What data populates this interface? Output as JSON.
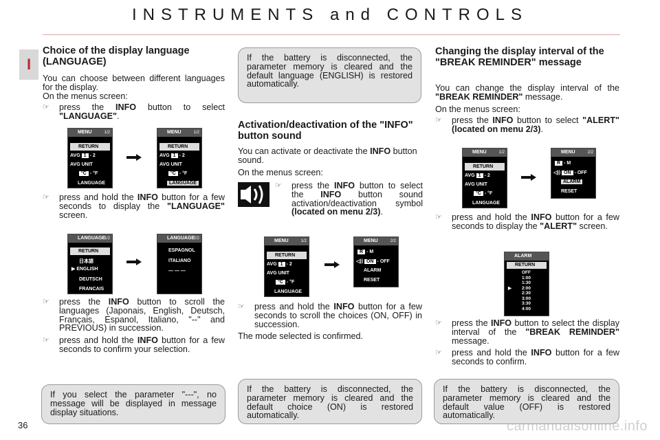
{
  "header": {
    "title": "INSTRUMENTS and CONTROLS",
    "tab_letter": "I"
  },
  "page_number": "36",
  "footer_url": "carmanualsonline.info",
  "col1": {
    "heading": "Choice of the display language (LANGUAGE)",
    "intro": "You can choose between different languages for the display.",
    "menus_line": "On the menus screen:",
    "bullet1": {
      "pre": "press the ",
      "b1": "INFO",
      "mid": " button to select ",
      "b2": "\"LANGUAGE\"",
      "post": "."
    },
    "bullet2": {
      "pre": "press and hold the ",
      "b1": "INFO",
      "mid": " button for a few seconds to display the ",
      "b2": "\"LANGUAGE\"",
      "post": " screen."
    },
    "bullet3": {
      "pre": "press the ",
      "b1": "INFO",
      "post": " button to scroll the languages (Japonais, English, Deutsch, Français, Espanol, Italiano, \"--\" and PREVIOUS) in succession."
    },
    "bullet4": {
      "pre": "press and hold the ",
      "b1": "INFO",
      "post": " button for a few seconds to confirm your selection."
    },
    "note": "If you select the parameter \"---\", no message will be displayed in message display situations."
  },
  "col2": {
    "note_top": "If the battery is disconnected, the parameter memory is cleared and the default language (ENGLISH) is restored automatically.",
    "heading": "Activation/deactivation of the \"INFO\" button sound",
    "intro_pre": "You can activate or deactivate the ",
    "intro_b": "INFO",
    "intro_post": " button sound.",
    "menus_line": "On the menus screen:",
    "bullet1": {
      "pre": "press the ",
      "b1": "INFO",
      "mid": " button to select the ",
      "b2": "INFO",
      "mid2": " button sound activation/deactivation symbol ",
      "b3": "(located on menu 2/3)",
      "post": "."
    },
    "bullet2": {
      "pre": "press and hold the ",
      "b1": "INFO",
      "post": " button for a few seconds to scroll the choices (ON, OFF) in succession."
    },
    "confirm": "The mode selected is confirmed.",
    "note_bottom": "If the battery is disconnected, the parameter memory is cleared and the default choice (ON) is restored automatically."
  },
  "col3": {
    "heading": "Changing the display interval of the \"BREAK REMINDER\" message",
    "intro_pre": "You can change the display interval of the ",
    "intro_b": "\"BREAK REMINDER\"",
    "intro_post": " message.",
    "menus_line": "On the menus screen:",
    "bullet1": {
      "pre": "press the ",
      "b1": "INFO",
      "mid": " button to select ",
      "b2": "\"ALERT\" (located on menu 2/3)",
      "post": "."
    },
    "bullet2": {
      "pre": "press and hold the ",
      "b1": "INFO",
      "mid": " button for a few seconds to display the ",
      "b2": "\"ALERT\"",
      "post": " screen."
    },
    "bullet3": {
      "pre": "press the ",
      "b1": "INFO",
      "mid": " button to select the display interval of the ",
      "b2": "\"BREAK REMINDER\"",
      "post": " message."
    },
    "bullet4": {
      "pre": "press and hold the ",
      "b1": "INFO",
      "post": " button for a few seconds to confirm."
    },
    "note": "If the battery is disconnected, the parameter memory is cleared and the default value (OFF) is restored automatically."
  },
  "screens": {
    "menu_title": "MENU",
    "menu_p1": "1/2",
    "menu_p2": "2/2",
    "return": "RETURN",
    "avg": "AVG",
    "avg_val": "1",
    "avg_alt": "2",
    "avg_unit": "AVG UNIT",
    "c_unit": "°C",
    "f_unit": "°F",
    "language": "LANGUAGE",
    "r": "R",
    "m": "M",
    "on": "ON",
    "off": "OFF",
    "alarm": "ALARM",
    "reset": "RESET",
    "lang_p1": "1/2",
    "lang_p2": "2/2",
    "japanese": "日本語",
    "english": "ENGLISH",
    "deutsch": "DEUTSCH",
    "francais": "FRANCAIS",
    "espanol": "ESPAGNOL",
    "italiano": "ITALIANO",
    "dashes": "— — —",
    "alarm_title": "ALARM",
    "alarm_values": [
      "OFF",
      "1:00",
      "1:30",
      "2:00",
      "2:30",
      "3:00",
      "3:30",
      "4:00"
    ]
  }
}
